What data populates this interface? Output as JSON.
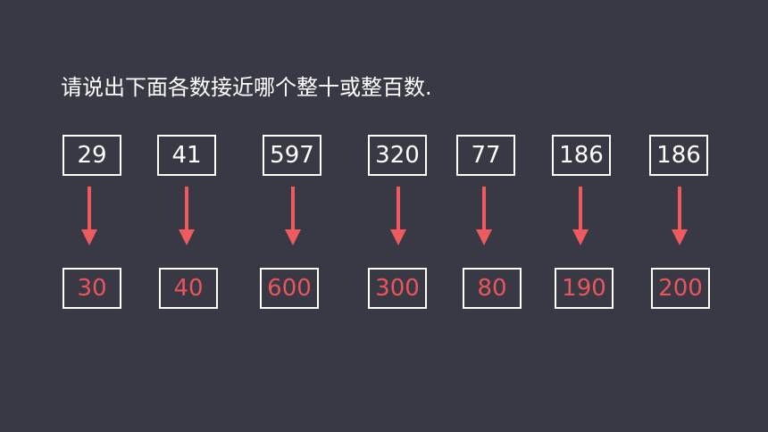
{
  "prompt": "请说出下面各数接近哪个整十或整百数.",
  "colors": {
    "background": "#393945",
    "box_border": "#ffffff",
    "number_text": "#ffffff",
    "answer_text": "#e8555a",
    "arrow": "#ee5a5e"
  },
  "pairs": [
    {
      "number": "29",
      "answer": "30"
    },
    {
      "number": "41",
      "answer": "40"
    },
    {
      "number": "597",
      "answer": "600"
    },
    {
      "number": "320",
      "answer": "300"
    },
    {
      "number": "77",
      "answer": "80"
    },
    {
      "number": "186",
      "answer": "190"
    },
    {
      "number": "186",
      "answer": "200"
    }
  ]
}
